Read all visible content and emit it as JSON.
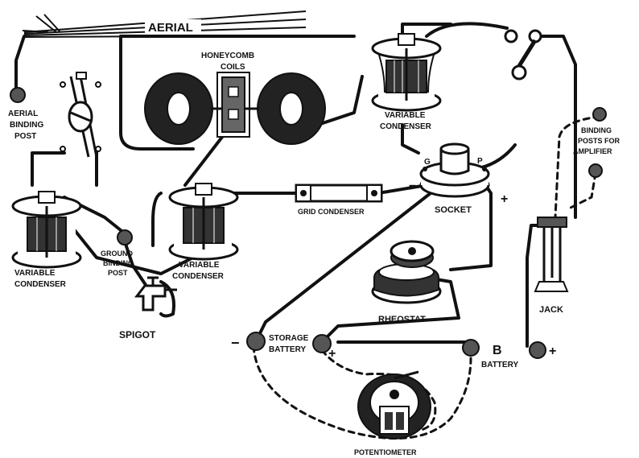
{
  "diagram": {
    "labels": {
      "aerial": "AERIAL",
      "aerial_binding_post": [
        "AERIAL",
        "BINDING",
        "POST"
      ],
      "honeycomb_coils": [
        "HONEYCOMB",
        "COILS"
      ],
      "variable_condenser_top": [
        "VARIABLE",
        "CONDENSER"
      ],
      "binding_posts_amplifier": [
        "BINDING",
        "POSTS FOR",
        "AMPLIFIER"
      ],
      "variable_condenser_left": [
        "VARIABLE",
        "CONDENSER"
      ],
      "ground_binding_post": [
        "GROUND",
        "BINDING",
        "POST"
      ],
      "variable_condenser_middle": [
        "VARIABLE",
        "CONDENSER"
      ],
      "grid_condenser": "GRID CONDENSER",
      "socket": "SOCKET",
      "socket_g": "G",
      "socket_p": "P",
      "socket_minus": "−",
      "socket_plus": "+",
      "rheostat": "RHEOSTAT",
      "jack": "JACK",
      "spigot": "SPIGOT",
      "storage_battery": [
        "STORAGE",
        "BATTERY"
      ],
      "storage_minus": "−",
      "storage_plus": "+",
      "b_battery": [
        "B",
        "BATTERY"
      ],
      "b_battery_plus": "+",
      "potentiometer": "POTENTIOMETER"
    }
  }
}
